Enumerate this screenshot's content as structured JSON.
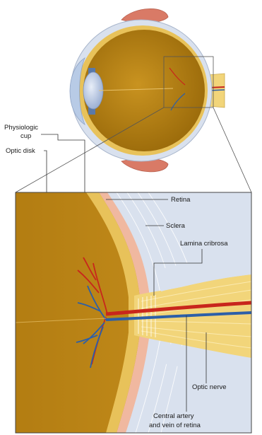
{
  "labels": {
    "physiologic_cup_line1": "Physiologic",
    "physiologic_cup_line2": "cup",
    "optic_disk": "Optic disk",
    "retina": "Retina",
    "sclera": "Sclera",
    "lamina_cribrosa": "Lamina cribrosa",
    "optic_nerve": "Optic nerve",
    "central_vessels_line1": "Central artery",
    "central_vessels_line2": "and vein of retina"
  },
  "colors": {
    "vitreous": "#b5800e",
    "retina_band": "#e8c25a",
    "sclera": "#d9e1ee",
    "choroid": "#f0b8a0",
    "nerve": "#f2d57a",
    "artery": "#c8261c",
    "vein": "#2c5fa8",
    "muscle": "#d97a66",
    "cornea": "#b8cbe6"
  }
}
